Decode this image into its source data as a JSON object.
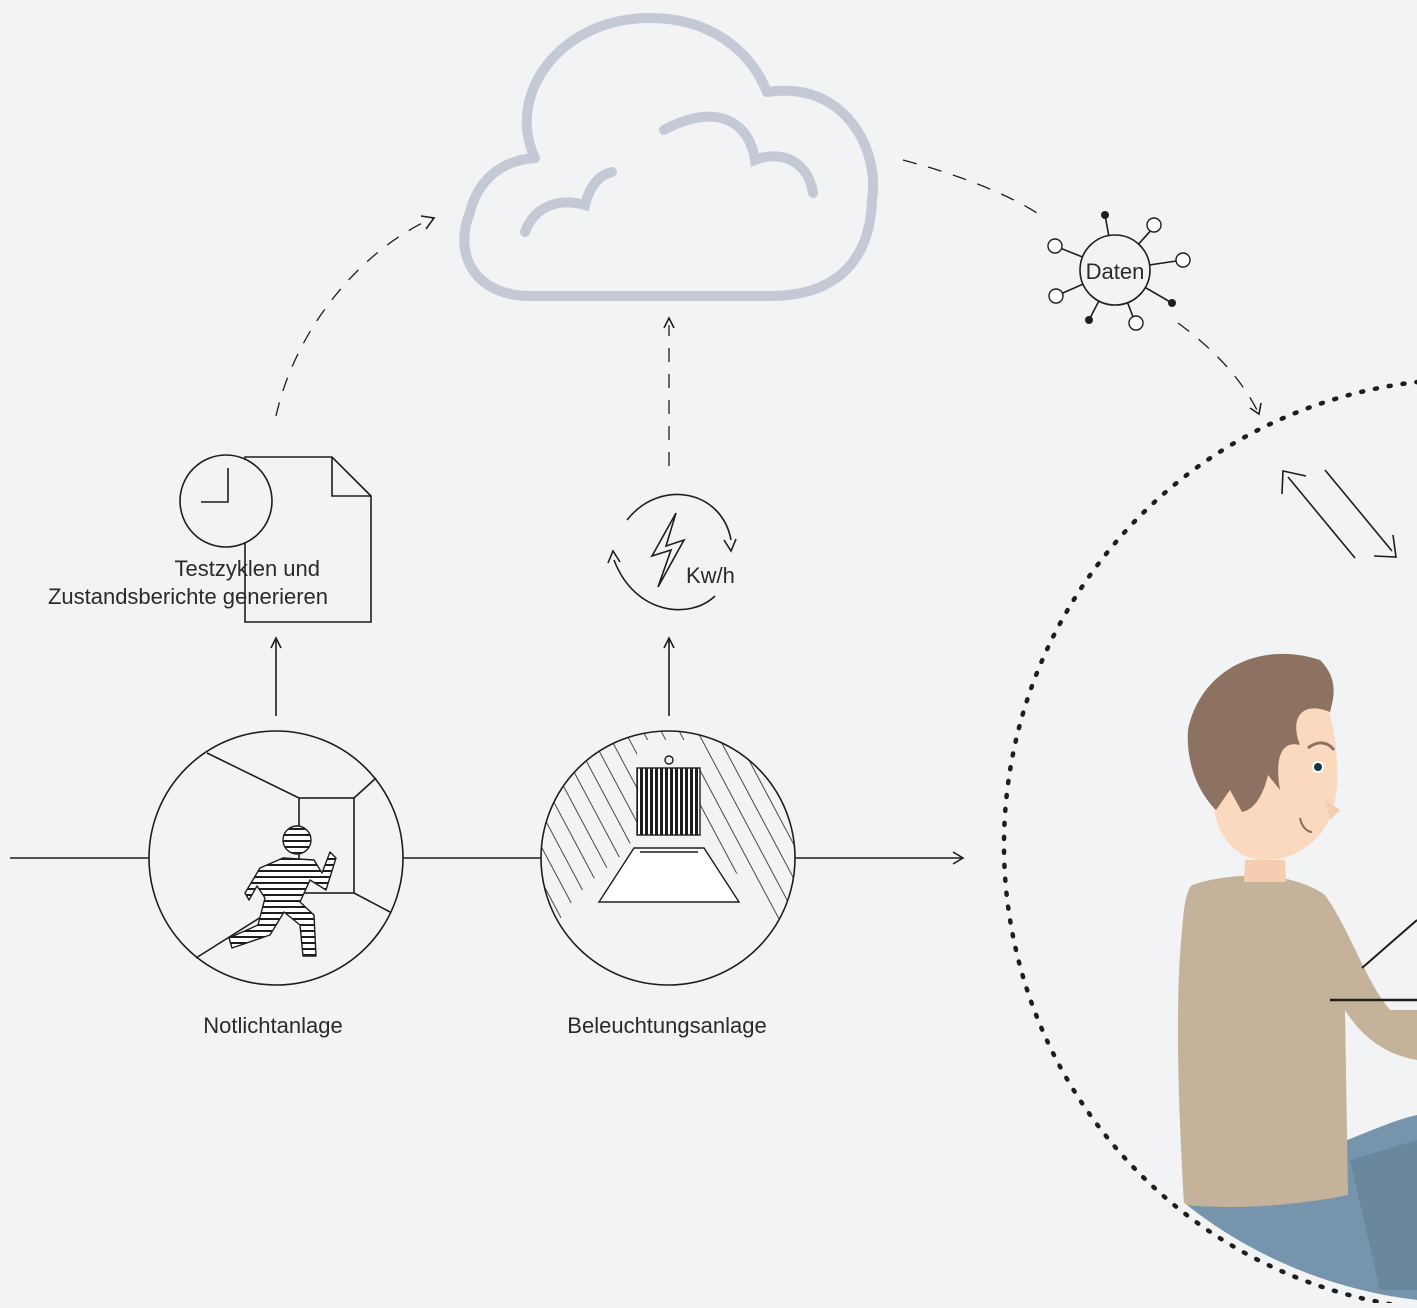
{
  "cloud": {
    "icon": "cloud-icon",
    "color": "#c3cad6"
  },
  "network": {
    "center_label": "Daten",
    "icon": "network-hub-icon"
  },
  "report": {
    "icon": "document-clock-icon",
    "label_line1": "Testzyklen und",
    "label_line2": "Zustandsberichte generieren"
  },
  "energy": {
    "icon": "energy-cycle-icon",
    "label": "Kw/h"
  },
  "nodes": [
    {
      "id": "emergency",
      "label": "Notlichtanlage",
      "icon": "running-person-exit-icon"
    },
    {
      "id": "lighting",
      "label": "Beleuchtungsanlage",
      "icon": "high-bay-lamp-icon"
    }
  ],
  "person": {
    "icon": "person-with-laptop-icon",
    "skin": "#fbd9bf",
    "hair": "#8d7161",
    "shirt": "#c4b39a",
    "pants": "#7694ab"
  }
}
